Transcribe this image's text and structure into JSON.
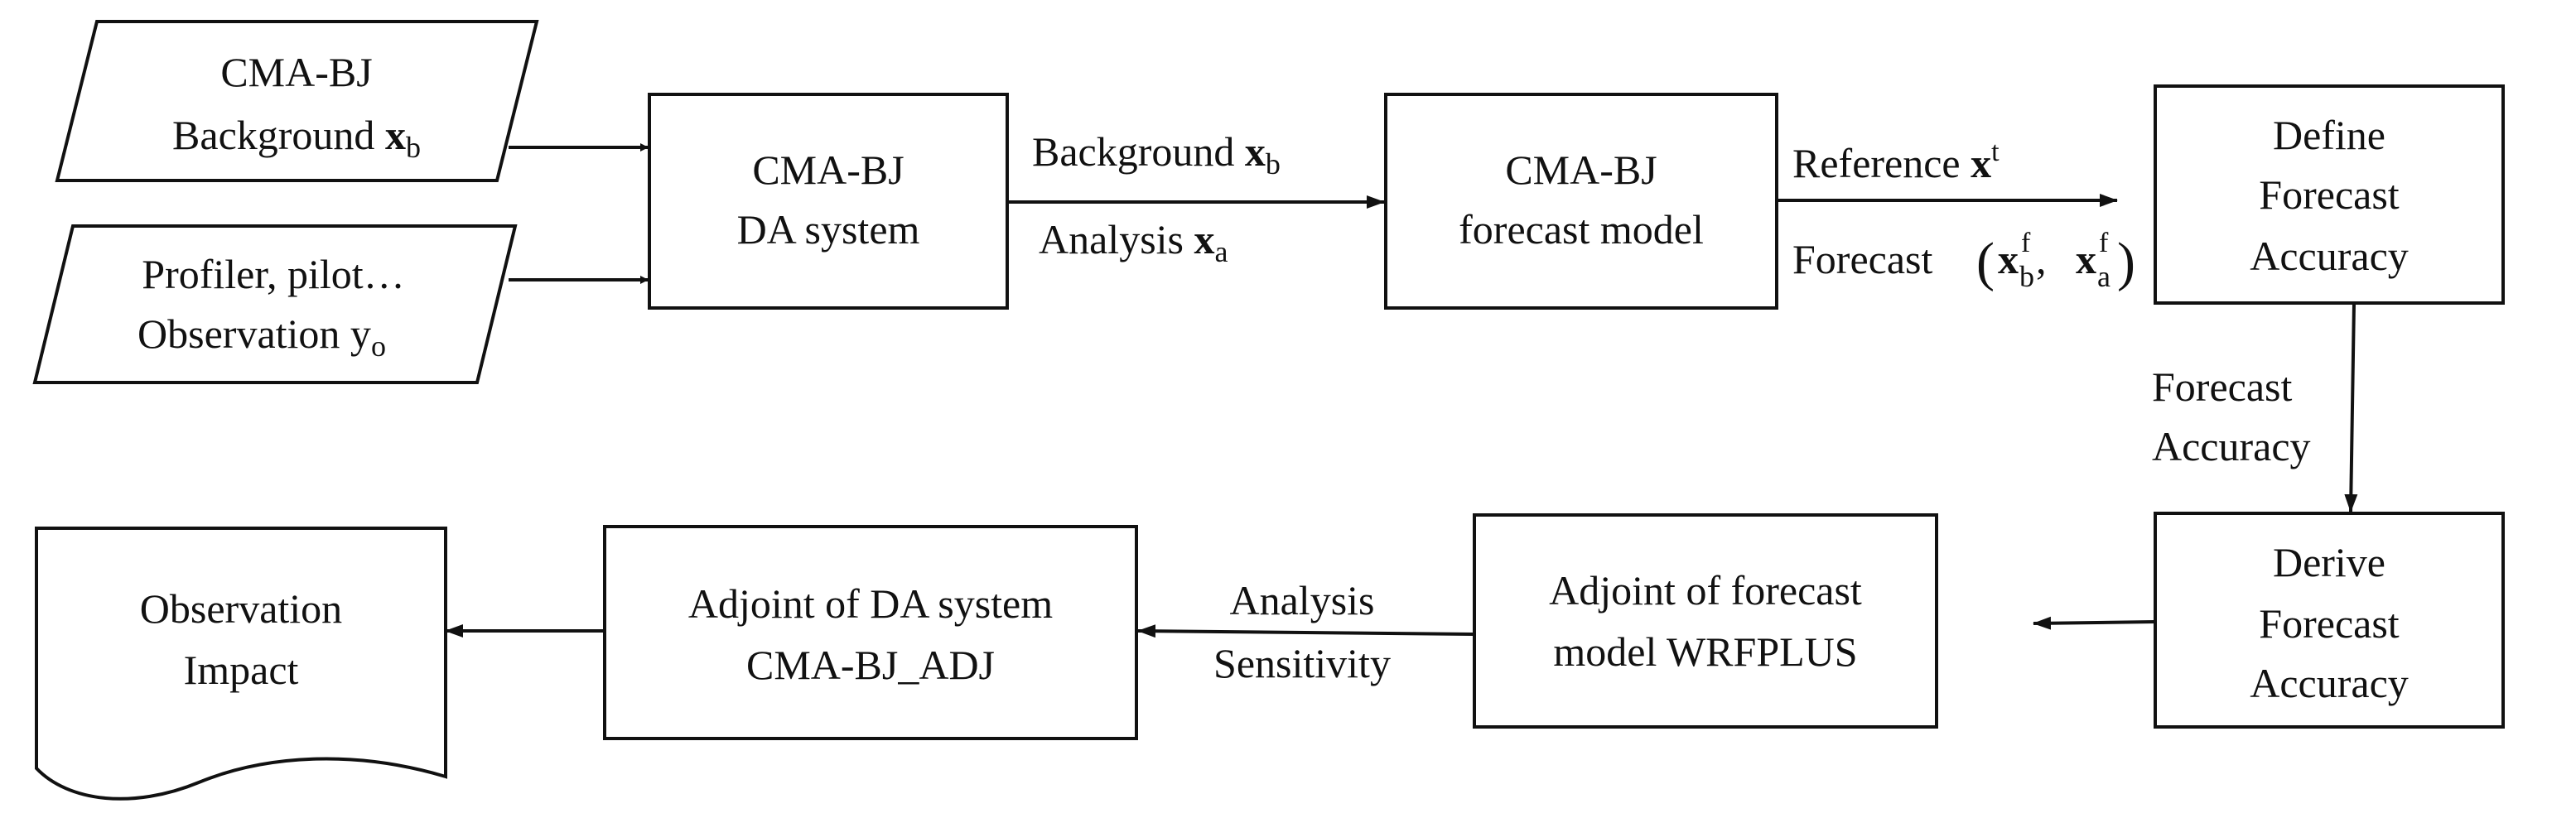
{
  "nodes": {
    "background_input": {
      "line1": "CMA-BJ",
      "line2": "Background ",
      "var": "x",
      "sub": "b"
    },
    "observation_input": {
      "line1": "Profiler, pilot…",
      "line2": "Observation y",
      "sub": "o"
    },
    "da_system": {
      "line1": "CMA-BJ",
      "line2": "DA system"
    },
    "forecast_model": {
      "line1": "CMA-BJ",
      "line2": "forecast model"
    },
    "define_accuracy": {
      "line1": "Define",
      "line2": "Forecast",
      "line3": "Accuracy"
    },
    "derive_accuracy": {
      "line1": "Derive",
      "line2": "Forecast",
      "line3": "Accuracy"
    },
    "adjoint_forecast": {
      "line1": "Adjoint of forecast",
      "line2": "model WRFPLUS"
    },
    "adjoint_da": {
      "line1": "Adjoint of DA system",
      "line2": "CMA-BJ_ADJ"
    },
    "observation_impact": {
      "line1": "Observation",
      "line2": "Impact"
    }
  },
  "edge_labels": {
    "background": {
      "text": "Background ",
      "var": "x",
      "sub": "b"
    },
    "analysis": {
      "text": "Analysis ",
      "var": "x",
      "sub": "a"
    },
    "reference": {
      "text": "Reference ",
      "var": "x",
      "sup": "t"
    },
    "forecast": {
      "text": "Forecast ",
      "open": "(",
      "var": "x",
      "sup": "f",
      "sub1": "b",
      "sep": " , ",
      "sub2": "a",
      "close": ")"
    },
    "forecast_accuracy": {
      "line1": "Forecast",
      "line2": "Accuracy"
    },
    "analysis_sensitivity": {
      "line1": "Analysis",
      "line2": "Sensitivity"
    }
  }
}
